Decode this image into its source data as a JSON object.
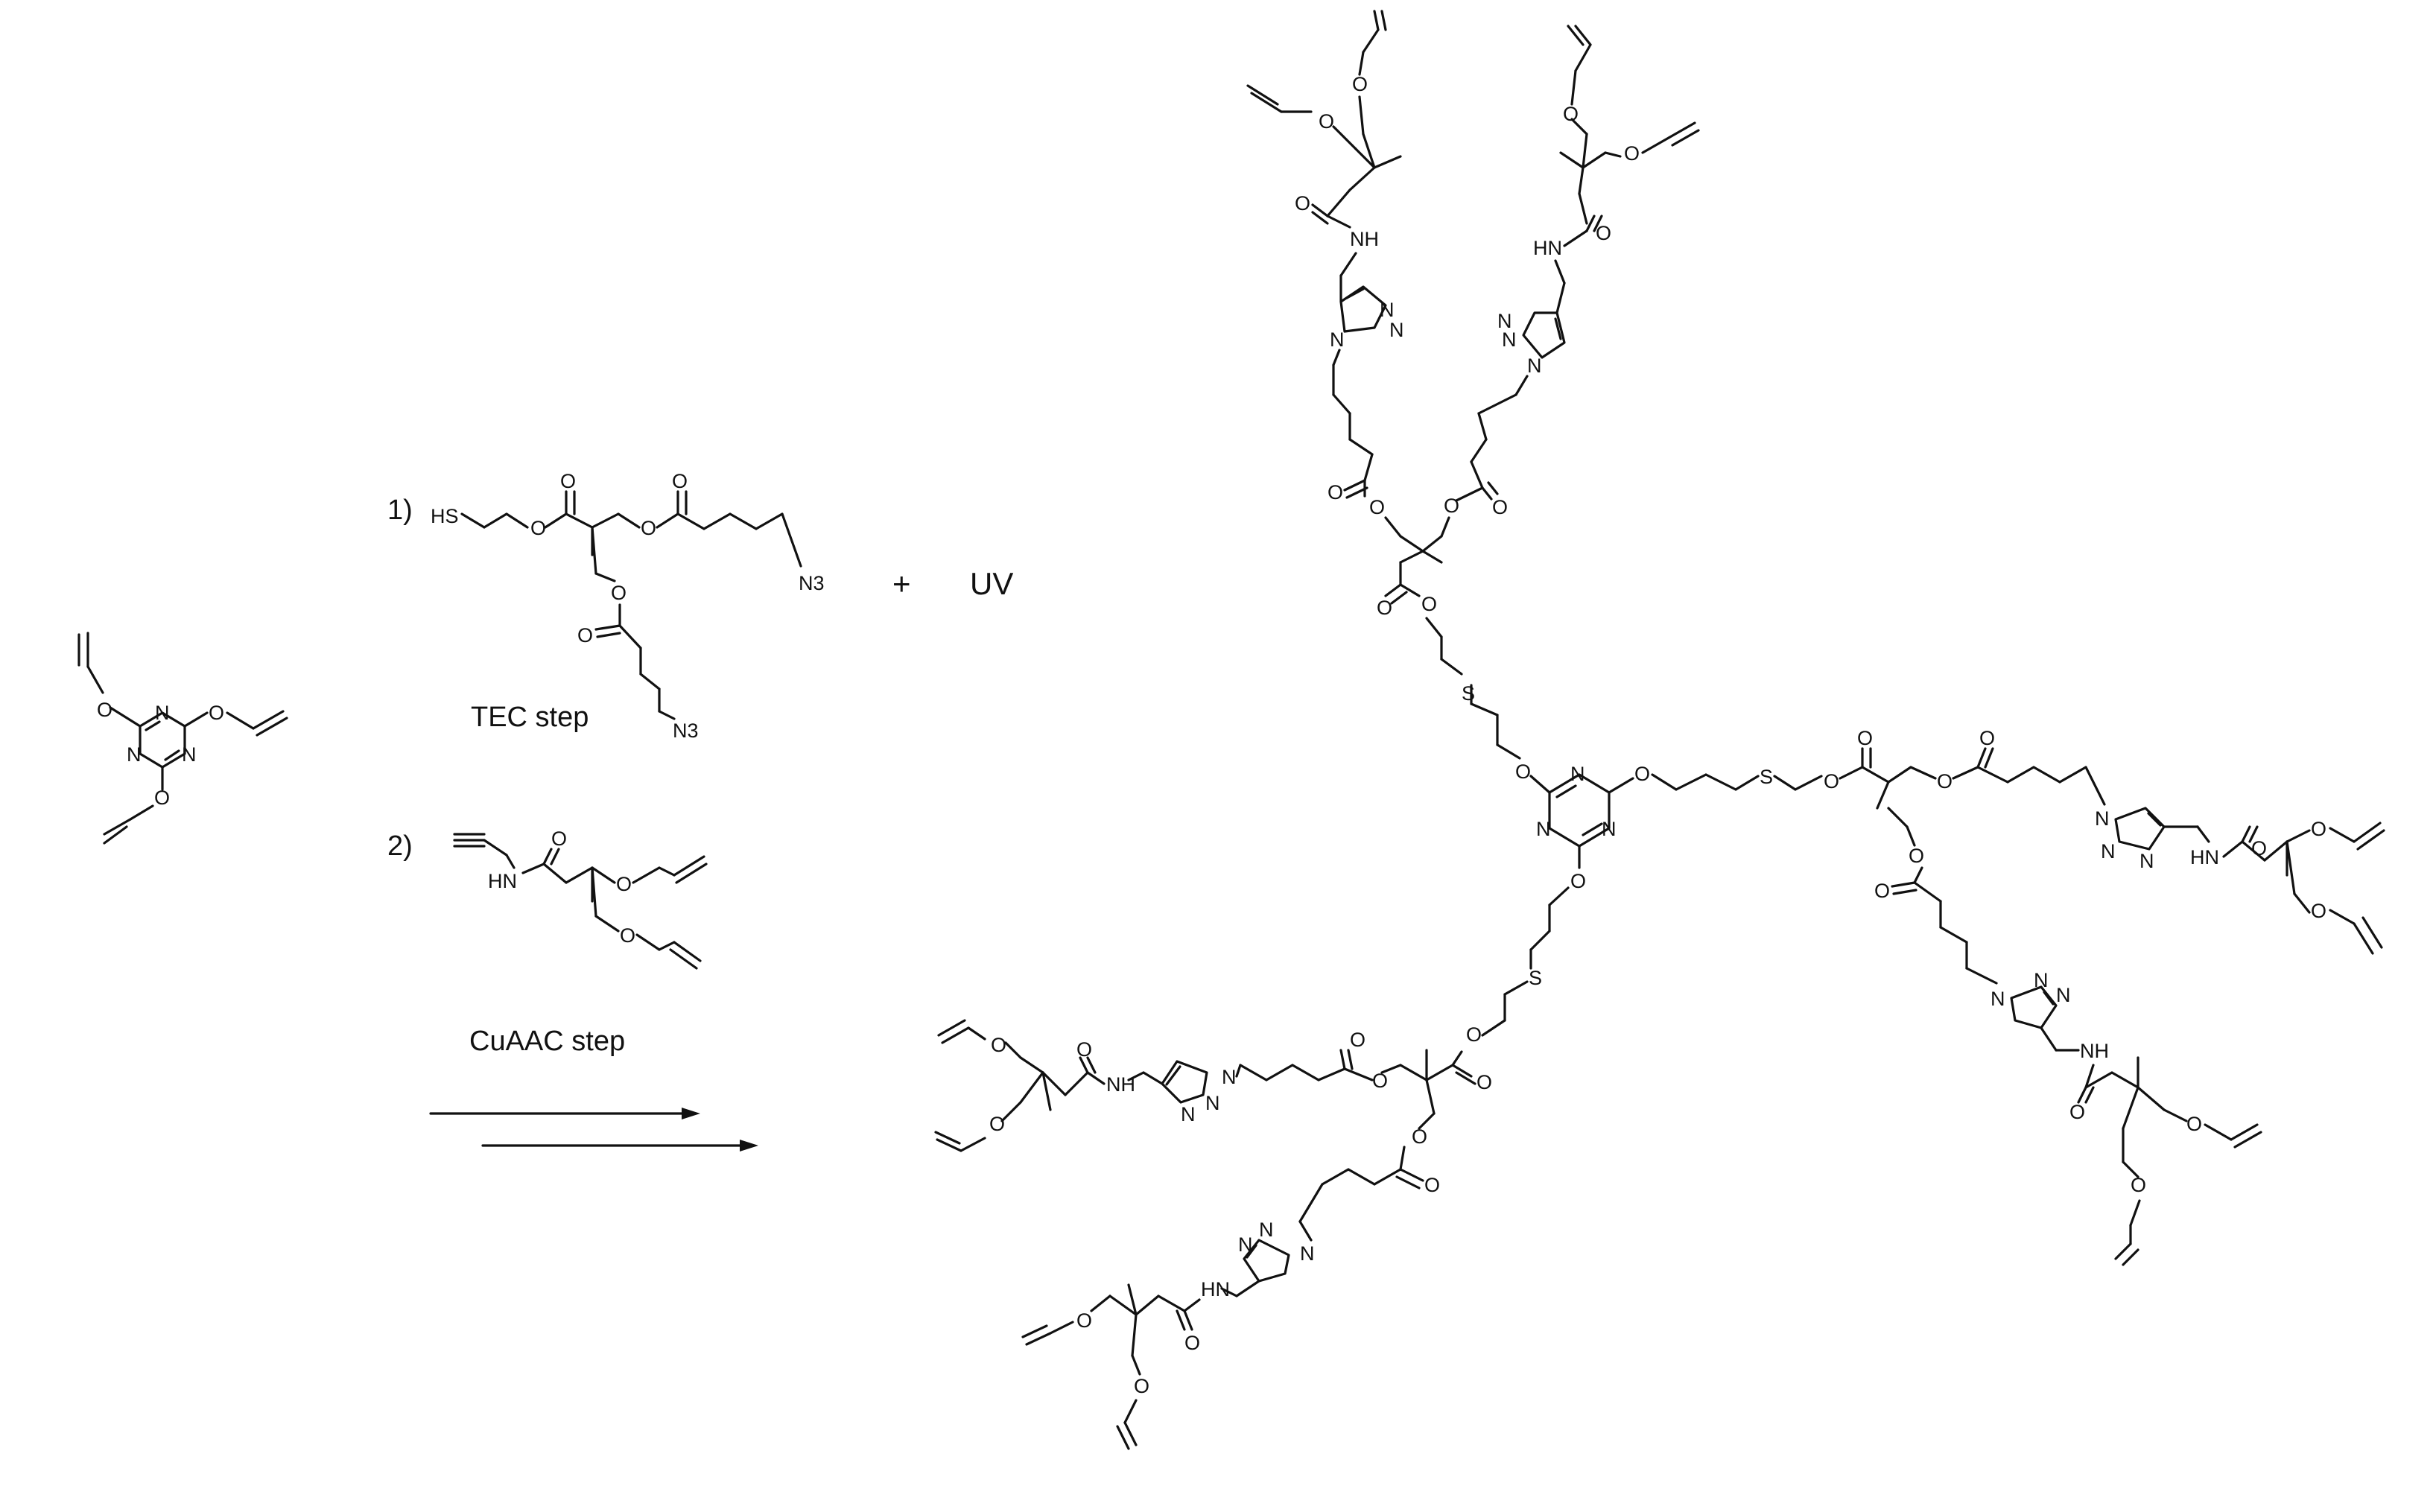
{
  "scheme": {
    "step1_number": "1)",
    "step1_label": "TEC step",
    "step2_number": "2)",
    "step2_label": "CuAAC step",
    "plus": "+",
    "uv": "UV"
  },
  "atoms": {
    "O": "O",
    "N": "N",
    "S": "S",
    "NH": "NH",
    "HN": "HN",
    "HS": "HS",
    "N3": "N3",
    "N1": "N"
  }
}
